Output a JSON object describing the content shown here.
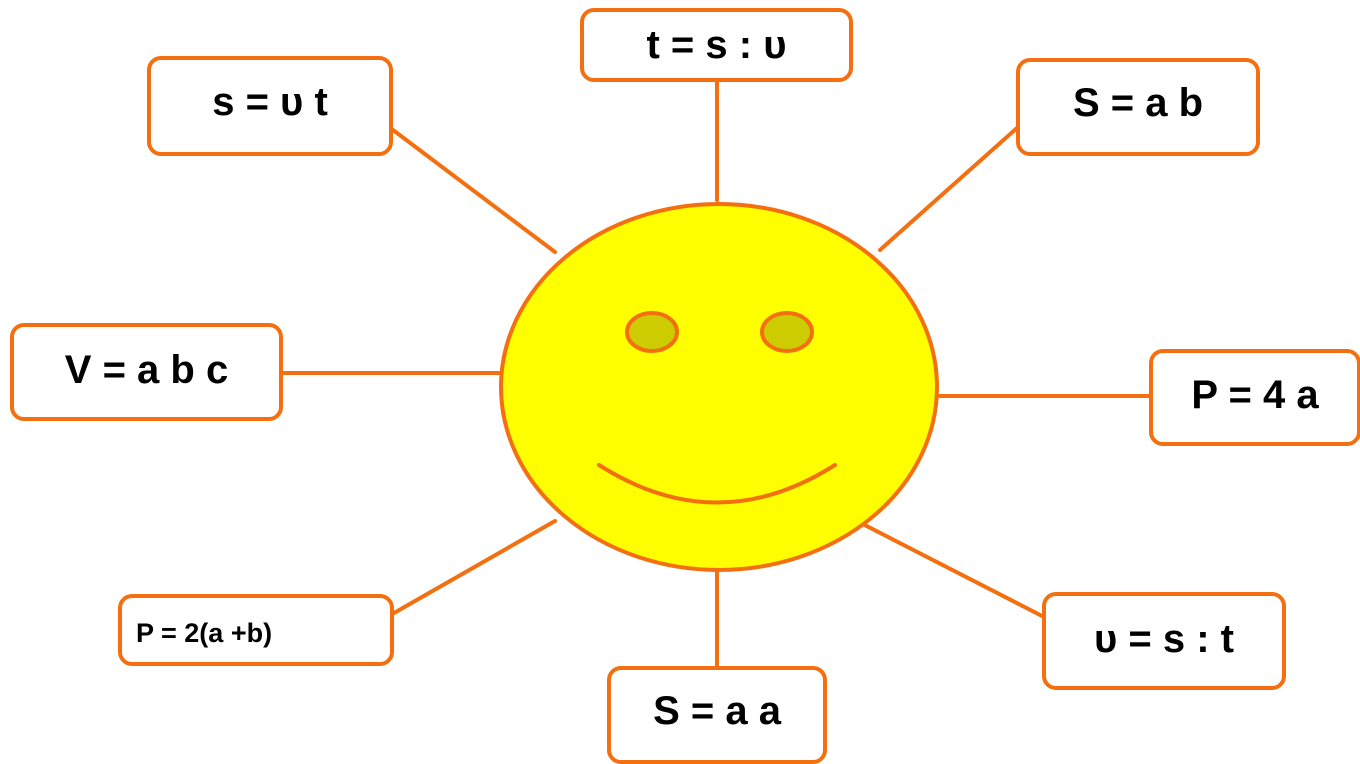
{
  "colors": {
    "accent": "#f36f0f",
    "face_fill": "#ffff00",
    "eye_fill": "#cccc00",
    "text": "#000000",
    "background": "#ffffff"
  },
  "face": {
    "icon": "smiley-sun-face"
  },
  "formulas": {
    "speed_distance": "s = υ t",
    "time": "t = s : υ",
    "rectangle_area": "S = a b",
    "box_volume": "V = a b c",
    "square_perimeter": "P = 4 a",
    "rectangle_perimeter": "P = 2(a +b)",
    "square_area": "S = a a",
    "speed": "υ = s : t"
  }
}
